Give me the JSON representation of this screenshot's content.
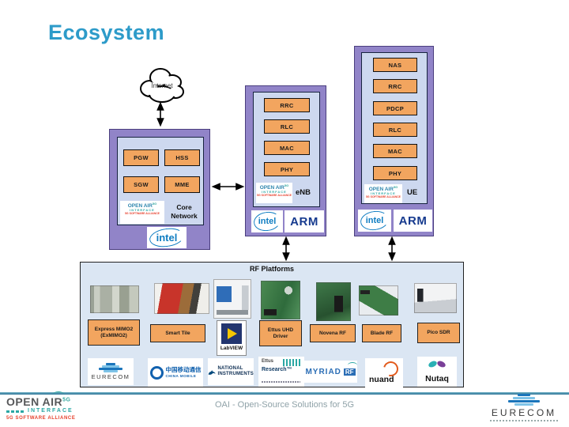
{
  "slide": {
    "title": "Ecosystem"
  },
  "internet": {
    "label": "Internet"
  },
  "core_network": {
    "title": "Core Network",
    "layers": [
      "PGW",
      "HSS",
      "SGW",
      "MME"
    ]
  },
  "enb": {
    "label": "eNB",
    "layers": [
      "RRC",
      "RLC",
      "MAC",
      "PHY"
    ]
  },
  "ue": {
    "label": "UE",
    "layers": [
      "NAS",
      "RRC",
      "PDCP",
      "RLC",
      "MAC",
      "PHY"
    ]
  },
  "vendors": {
    "intel": "intel",
    "arm": "ARM"
  },
  "oai_logo": {
    "open_air": "OPEN AIR",
    "sup": "5G",
    "interface": "INTERFACE",
    "alliance": "5G SOFTWARE ALLIANCE"
  },
  "rf": {
    "header": "RF Platforms",
    "labels": {
      "exmimo_l1": "Express MIMO2",
      "exmimo_l2": "(ExMIMO2)",
      "smart_tile": "Smart Tile",
      "labview": "LabVIEW",
      "ettus_l1": "Ettus UHD",
      "ettus_l2": "Driver",
      "novena": "Novena RF",
      "blade": "Blade RF",
      "pico": "Pico SDR"
    }
  },
  "partners": {
    "eurecom": "EURECOM",
    "china_mobile_cn": "中国移动通信",
    "china_mobile_en": "CHINA MOBILE",
    "ni_l1": "NATIONAL",
    "ni_l2": "INSTRUMENTS",
    "ettus_name": "Ettus",
    "ettus_research": "Research™",
    "myriad": "MYRIAD",
    "myriad_rf": "RF",
    "nuand": "nuand",
    "nutaq": "Nutaq"
  },
  "footer": {
    "caption": "OAI - Open-Source Solutions for 5G"
  },
  "colors": {
    "title_teal": "#2d9bc9",
    "node_purple": "#9184c8",
    "panel_blue": "#cdd8ef",
    "layer_orange": "#f2a55f",
    "rf_panel_blue": "#dbe6f3",
    "divider_teal": "#4a93ae",
    "alliance_red": "#e63f2b",
    "interface_teal": "#2ba7a4"
  }
}
